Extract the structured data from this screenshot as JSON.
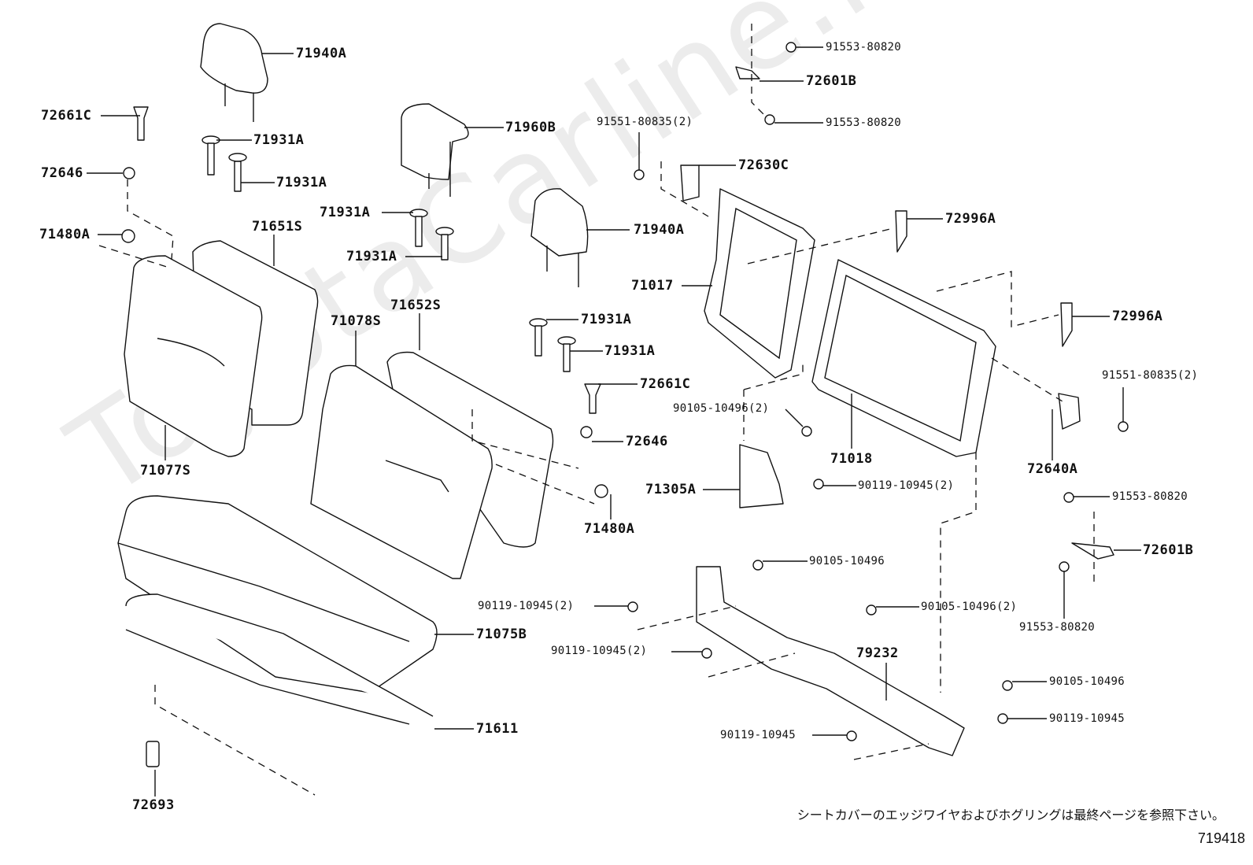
{
  "diagram": {
    "type": "exploded parts diagram",
    "subject": "Rear seat assembly",
    "watermark": "ToyotaCarline.ru",
    "footnote": "シートカバーのエッジワイヤおよびホグリングは最終ページを参照下さい。",
    "figure_number": "719418",
    "labels": [
      {
        "id": "l1",
        "text": "71940A"
      },
      {
        "id": "l2",
        "text": "72661C"
      },
      {
        "id": "l3",
        "text": "71931A"
      },
      {
        "id": "l4",
        "text": "72646"
      },
      {
        "id": "l5",
        "text": "71931A"
      },
      {
        "id": "l6",
        "text": "71480A"
      },
      {
        "id": "l7",
        "text": "71651S"
      },
      {
        "id": "l8",
        "text": "71077S"
      },
      {
        "id": "l9",
        "text": "71960B"
      },
      {
        "id": "l10",
        "text": "71931A"
      },
      {
        "id": "l11",
        "text": "71931A"
      },
      {
        "id": "l12",
        "text": "71078S"
      },
      {
        "id": "l13",
        "text": "71652S"
      },
      {
        "id": "l14",
        "text": "71940A"
      },
      {
        "id": "l15",
        "text": "71931A"
      },
      {
        "id": "l16",
        "text": "71931A"
      },
      {
        "id": "l17",
        "text": "72661C"
      },
      {
        "id": "l18",
        "text": "72646"
      },
      {
        "id": "l19",
        "text": "71480A"
      },
      {
        "id": "l20",
        "text": "91553-80820"
      },
      {
        "id": "l21",
        "text": "72601B"
      },
      {
        "id": "l22",
        "text": "91553-80820"
      },
      {
        "id": "l23",
        "text": "91551-80835(2)"
      },
      {
        "id": "l24",
        "text": "72630C"
      },
      {
        "id": "l25",
        "text": "72996A"
      },
      {
        "id": "l26",
        "text": "71017"
      },
      {
        "id": "l27",
        "text": "72996A"
      },
      {
        "id": "l28",
        "text": "91551-80835(2)"
      },
      {
        "id": "l29",
        "text": "90105-10496(2)"
      },
      {
        "id": "l30",
        "text": "71018"
      },
      {
        "id": "l31",
        "text": "72640A"
      },
      {
        "id": "l32",
        "text": "71305A"
      },
      {
        "id": "l33",
        "text": "90119-10945(2)"
      },
      {
        "id": "l34",
        "text": "91553-80820"
      },
      {
        "id": "l35",
        "text": "72601B"
      },
      {
        "id": "l36",
        "text": "91553-80820"
      },
      {
        "id": "l37",
        "text": "90105-10496"
      },
      {
        "id": "l38",
        "text": "90119-10945(2)"
      },
      {
        "id": "l39",
        "text": "90105-10496(2)"
      },
      {
        "id": "l40",
        "text": "71075B"
      },
      {
        "id": "l41",
        "text": "90119-10945(2)"
      },
      {
        "id": "l42",
        "text": "79232"
      },
      {
        "id": "l43",
        "text": "90105-10496"
      },
      {
        "id": "l44",
        "text": "71611"
      },
      {
        "id": "l45",
        "text": "90119-10945"
      },
      {
        "id": "l46",
        "text": "90119-10945"
      },
      {
        "id": "l47",
        "text": "72693"
      }
    ]
  }
}
